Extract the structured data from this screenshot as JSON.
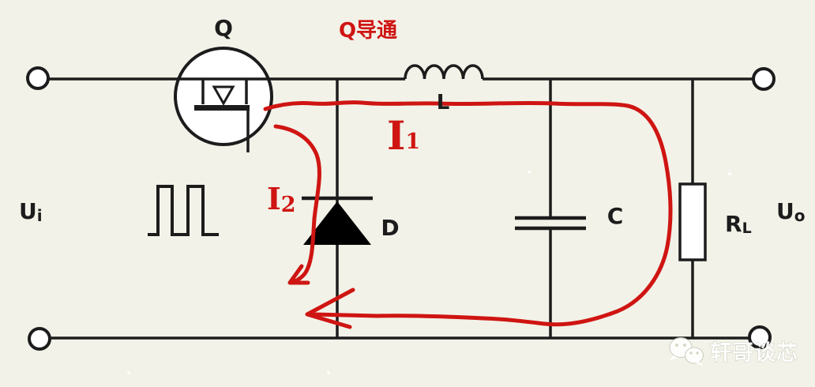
{
  "diagram": {
    "type": "circuit-schematic",
    "colors": {
      "background": "#f2f2e8",
      "line": "#1c1c1c",
      "annotation_red": "#cf1512",
      "watermark_text": "#ffffff"
    },
    "labels": {
      "transistor": "Q",
      "state_annotation": "Q导通",
      "inductor": "L",
      "diode": "D",
      "capacitor": "C",
      "load_resistor": {
        "main": "R",
        "sub": "L"
      },
      "input_voltage": {
        "main": "U",
        "sub": "i"
      },
      "output_voltage": {
        "main": "U",
        "sub": "o"
      },
      "current_1": {
        "main": "I",
        "sub": "1"
      },
      "current_2": {
        "main": "I",
        "sub": "2"
      }
    },
    "icons": {
      "transistor": "mosfet-in-circle-icon",
      "pwm": "square-wave-icon",
      "diode": "diode-triangle-icon",
      "capacitor": "parallel-plates-icon",
      "resistor": "rectangle-resistor-icon"
    },
    "watermark": {
      "icon": "wechat-icon",
      "text": "轩哥谈芯"
    }
  }
}
